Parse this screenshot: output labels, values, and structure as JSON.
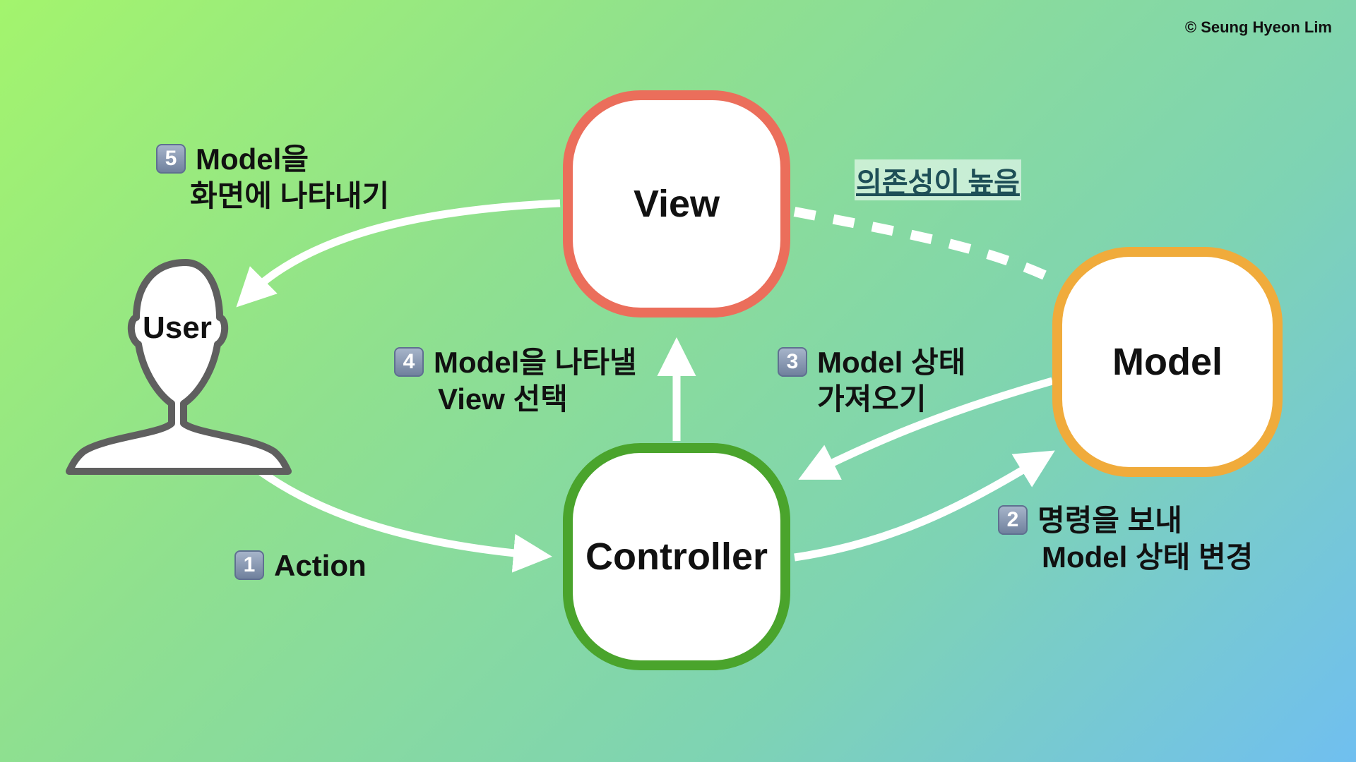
{
  "copyright": "© Seung Hyeon Lim",
  "nodes": {
    "view": "View",
    "controller": "Controller",
    "model": "Model",
    "user": "User"
  },
  "steps": [
    {
      "number": "1",
      "lines": [
        "Action"
      ]
    },
    {
      "number": "2",
      "lines": [
        "명령을 보내",
        "Model 상태 변경"
      ]
    },
    {
      "number": "3",
      "lines": [
        "Model 상태",
        "가져오기"
      ]
    },
    {
      "number": "4",
      "lines": [
        "Model을 나타낼",
        "View 선택"
      ]
    },
    {
      "number": "5",
      "lines": [
        "Model을",
        "화면에 나타내기"
      ]
    }
  ],
  "dependency_label": "의존성이 높음",
  "colors": {
    "view_border": "#eb6e5b",
    "controller_border": "#4aa42c",
    "model_border": "#f0ab3b",
    "arrow": "#ffffff",
    "badge": "#8191ad"
  }
}
